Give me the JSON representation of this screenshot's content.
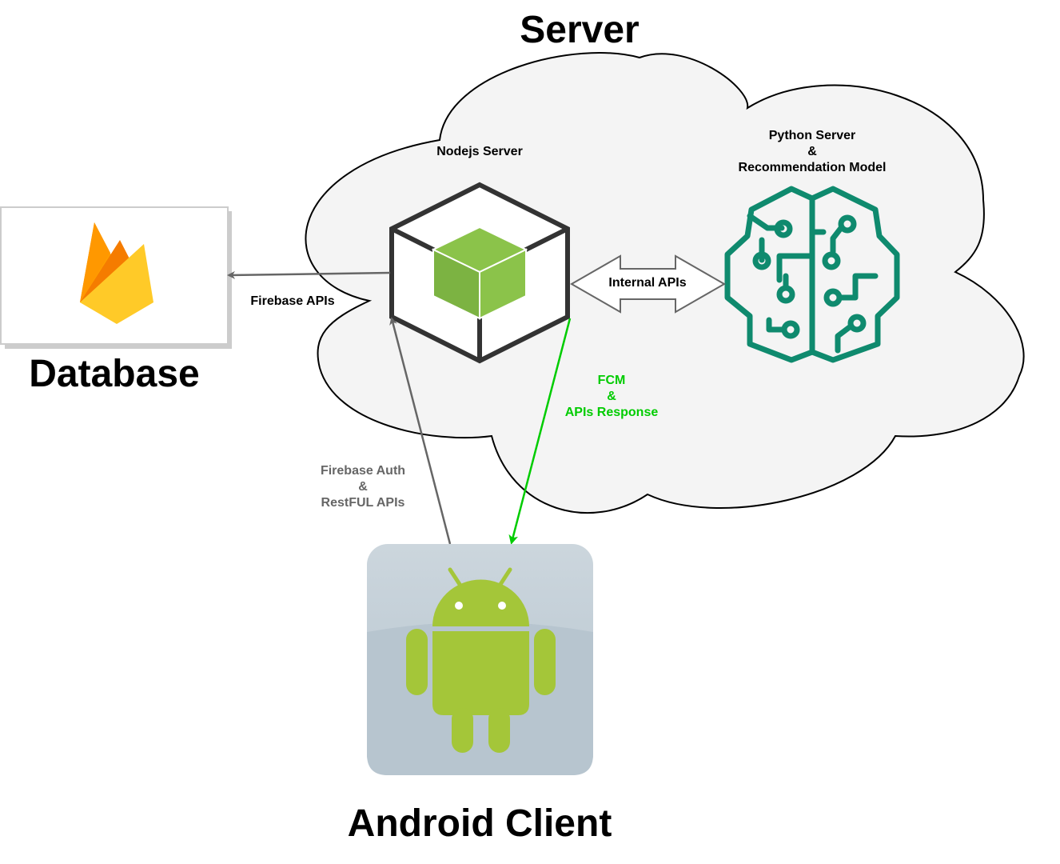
{
  "labels": {
    "server_title": "Server",
    "database_title": "Database",
    "android_title": "Android Client",
    "nodejs": "Nodejs Server",
    "python_line1": "Python Server",
    "python_line2": "&",
    "python_line3": "Recommendation Model",
    "internal_apis": "Internal APIs",
    "firebase_apis": "Firebase APIs",
    "fcm_line1": "FCM",
    "fcm_line2": "&",
    "fcm_line3": "APIs Response",
    "auth_line1": "Firebase Auth",
    "auth_line2": "&",
    "auth_line3": "RestFUL APIs"
  },
  "icons": {
    "database": "firebase-flame-icon",
    "nodejs": "nodejs-cube-icon",
    "python": "ai-brain-icon",
    "android": "android-robot-icon"
  },
  "colors": {
    "cloud_fill": "#f4f4f4",
    "cloud_stroke": "#000000",
    "gray_arrow": "#666666",
    "green_arrow": "#00cc00",
    "brain": "#0f8a6e",
    "cube_green": "#8bc34a",
    "android_green": "#a4c639",
    "firebase_yellow": "#ffca28",
    "firebase_orange": "#ffa000"
  }
}
